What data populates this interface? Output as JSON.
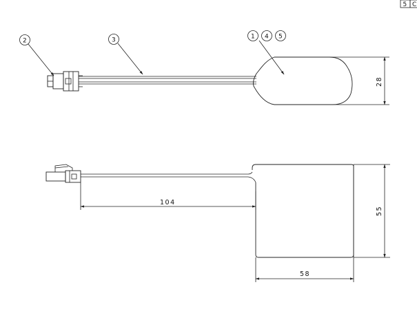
{
  "sheet": {
    "corner_tag": "5",
    "corner_tag_partial": "C"
  },
  "callouts": [
    {
      "id": "bubble-connector",
      "label": "2"
    },
    {
      "id": "bubble-lead-wire",
      "label": "3"
    },
    {
      "id": "bubble-body-1",
      "label": "1"
    },
    {
      "id": "bubble-body-4",
      "label": "4"
    },
    {
      "id": "bubble-body-5",
      "label": "5"
    }
  ],
  "dimensions": {
    "top_thickness": "28",
    "lead_length": "104",
    "body_height": "55",
    "body_width": "58"
  },
  "colors": {
    "line": "#222222",
    "background": "#ffffff"
  }
}
